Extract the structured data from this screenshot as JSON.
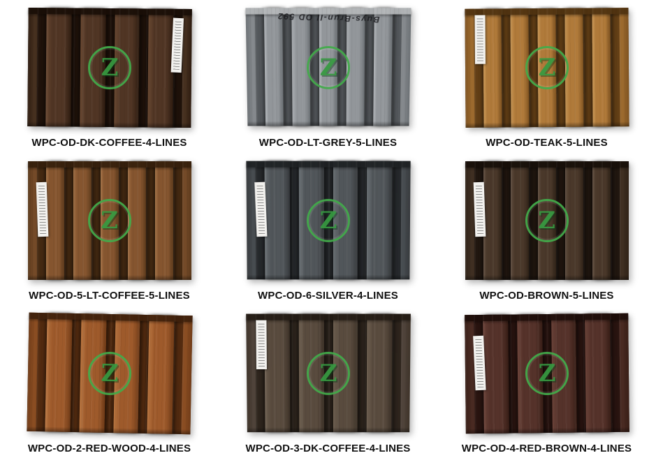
{
  "page": {
    "background": "#ffffff"
  },
  "logo": {
    "name": "zs-circle-logo",
    "monogram": "Z",
    "ring_color": "#43ac4b",
    "glyph_color": "#379a41"
  },
  "panels": [
    {
      "label": "WPC-OD-DK-COFFEE-4-LINES",
      "lines": 4,
      "sticker": "right",
      "handwriting": "",
      "colors": {
        "slat": "#503524",
        "slat_light": "#6b4a33",
        "slat_dark": "#2e1c10",
        "groove": "#1f120a",
        "edge": "#46301f",
        "top": "#190e07"
      }
    },
    {
      "label": "WPC-OD-LT-GREY-5-LINES",
      "lines": 5,
      "sticker": "none",
      "handwriting": "Buys-Brun-II OD 592",
      "colors": {
        "slat": "#92969a",
        "slat_light": "#adb1b5",
        "slat_dark": "#6b7074",
        "groove": "#55595d",
        "edge": "#85898d",
        "top": "#b5b8ba"
      }
    },
    {
      "label": "WPC-OD-TEAK-5-LINES",
      "lines": 5,
      "sticker": "top-left",
      "handwriting": "",
      "colors": {
        "slat": "#b07a3a",
        "slat_light": "#c89552",
        "slat_dark": "#7e5220",
        "groove": "#633f16",
        "edge": "#9c6a2e",
        "top": "#4f3210"
      }
    },
    {
      "label": "WPC-OD-5-LT-COFFEE-5-LINES",
      "lines": 5,
      "sticker": "left",
      "handwriting": "",
      "colors": {
        "slat": "#85552f",
        "slat_light": "#a06e42",
        "slat_dark": "#5c3a1c",
        "groove": "#452a12",
        "edge": "#744a28",
        "top": "#351f0c"
      }
    },
    {
      "label": "WPC-OD-6-SILVER-4-LINES",
      "lines": 4,
      "sticker": "left",
      "handwriting": "",
      "colors": {
        "slat": "#51565a",
        "slat_light": "#6d7377",
        "slat_dark": "#36393c",
        "groove": "#26292c",
        "edge": "#474c50",
        "top": "#1e2123"
      }
    },
    {
      "label": "WPC-OD-BROWN-5-LINES",
      "lines": 5,
      "sticker": "left",
      "handwriting": "",
      "colors": {
        "slat": "#4a382a",
        "slat_light": "#5f4d3e",
        "slat_dark": "#2f2217",
        "groove": "#211710",
        "edge": "#3f2f22",
        "top": "#170f09"
      }
    },
    {
      "label": "WPC-OD-2-RED-WOOD-4-LINES",
      "lines": 4,
      "sticker": "none",
      "handwriting": "",
      "colors": {
        "slat": "#9e5a2b",
        "slat_light": "#ba7742",
        "slat_dark": "#713c18",
        "groove": "#532b10",
        "edge": "#8a4d22",
        "top": "#3e200b"
      }
    },
    {
      "label": "WPC-OD-3-DK-COFFEE-4-LINES",
      "lines": 4,
      "sticker": "top-left",
      "handwriting": "",
      "colors": {
        "slat": "#594b3e",
        "slat_light": "#6f6152",
        "slat_dark": "#3d3228",
        "groove": "#2e251d",
        "edge": "#4f433a",
        "top": "#231b14"
      }
    },
    {
      "label": "WPC-OD-4-RED-BROWN-4-LINES",
      "lines": 4,
      "sticker": "left",
      "handwriting": "",
      "colors": {
        "slat": "#55322a",
        "slat_light": "#6c443a",
        "slat_dark": "#381e16",
        "groove": "#291410",
        "edge": "#492a22",
        "top": "#1d0d09"
      }
    }
  ]
}
